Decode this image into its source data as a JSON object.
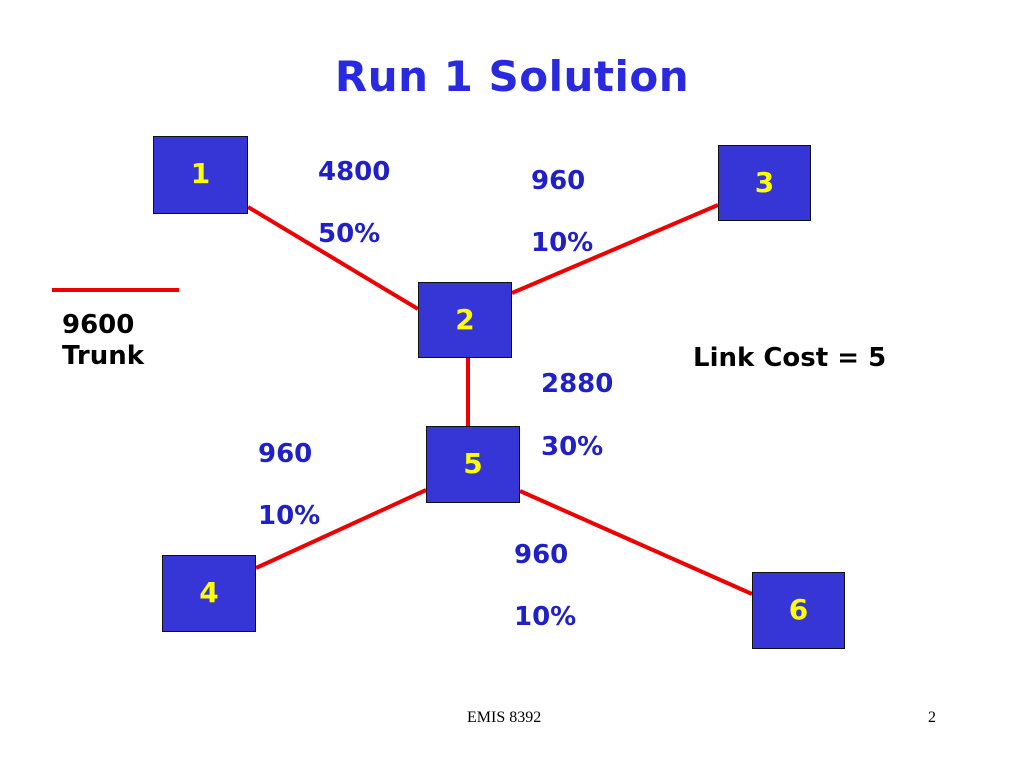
{
  "slide": {
    "title": "Run 1 Solution",
    "footer_text": "EMIS 8392",
    "page_number": "2"
  },
  "colors": {
    "title": "#2929e0",
    "node_fill": "#3636d6",
    "node_text": "#ffff00",
    "link": "#ee0000",
    "label": "#2020c8"
  },
  "nodes": [
    "1",
    "2",
    "3",
    "4",
    "5",
    "6"
  ],
  "links": [
    {
      "from": "1",
      "to": "2",
      "capacity": "4800",
      "utilization": "50%"
    },
    {
      "from": "2",
      "to": "3",
      "capacity": "960",
      "utilization": "10%"
    },
    {
      "from": "2",
      "to": "5",
      "capacity": "2880",
      "utilization": "30%"
    },
    {
      "from": "5",
      "to": "4",
      "capacity": "960",
      "utilization": "10%"
    },
    {
      "from": "5",
      "to": "6",
      "capacity": "960",
      "utilization": "10%"
    }
  ],
  "legend": {
    "line1": "9600",
    "line2": "Trunk"
  },
  "link_cost": "Link Cost = 5"
}
